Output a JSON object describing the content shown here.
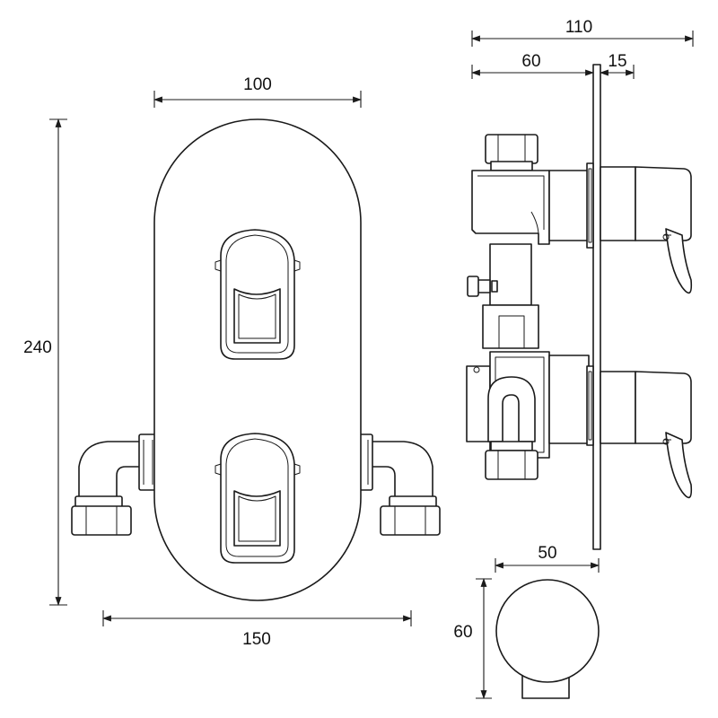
{
  "dimensions": {
    "front_top_width": "100",
    "front_height": "240",
    "front_bottom_width": "150",
    "side_total_depth": "110",
    "side_body_depth": "60",
    "side_plate_offset": "15",
    "outlet_width": "50",
    "outlet_height": "60"
  },
  "colors": {
    "line": "#1a1a1a",
    "background": "#ffffff"
  }
}
